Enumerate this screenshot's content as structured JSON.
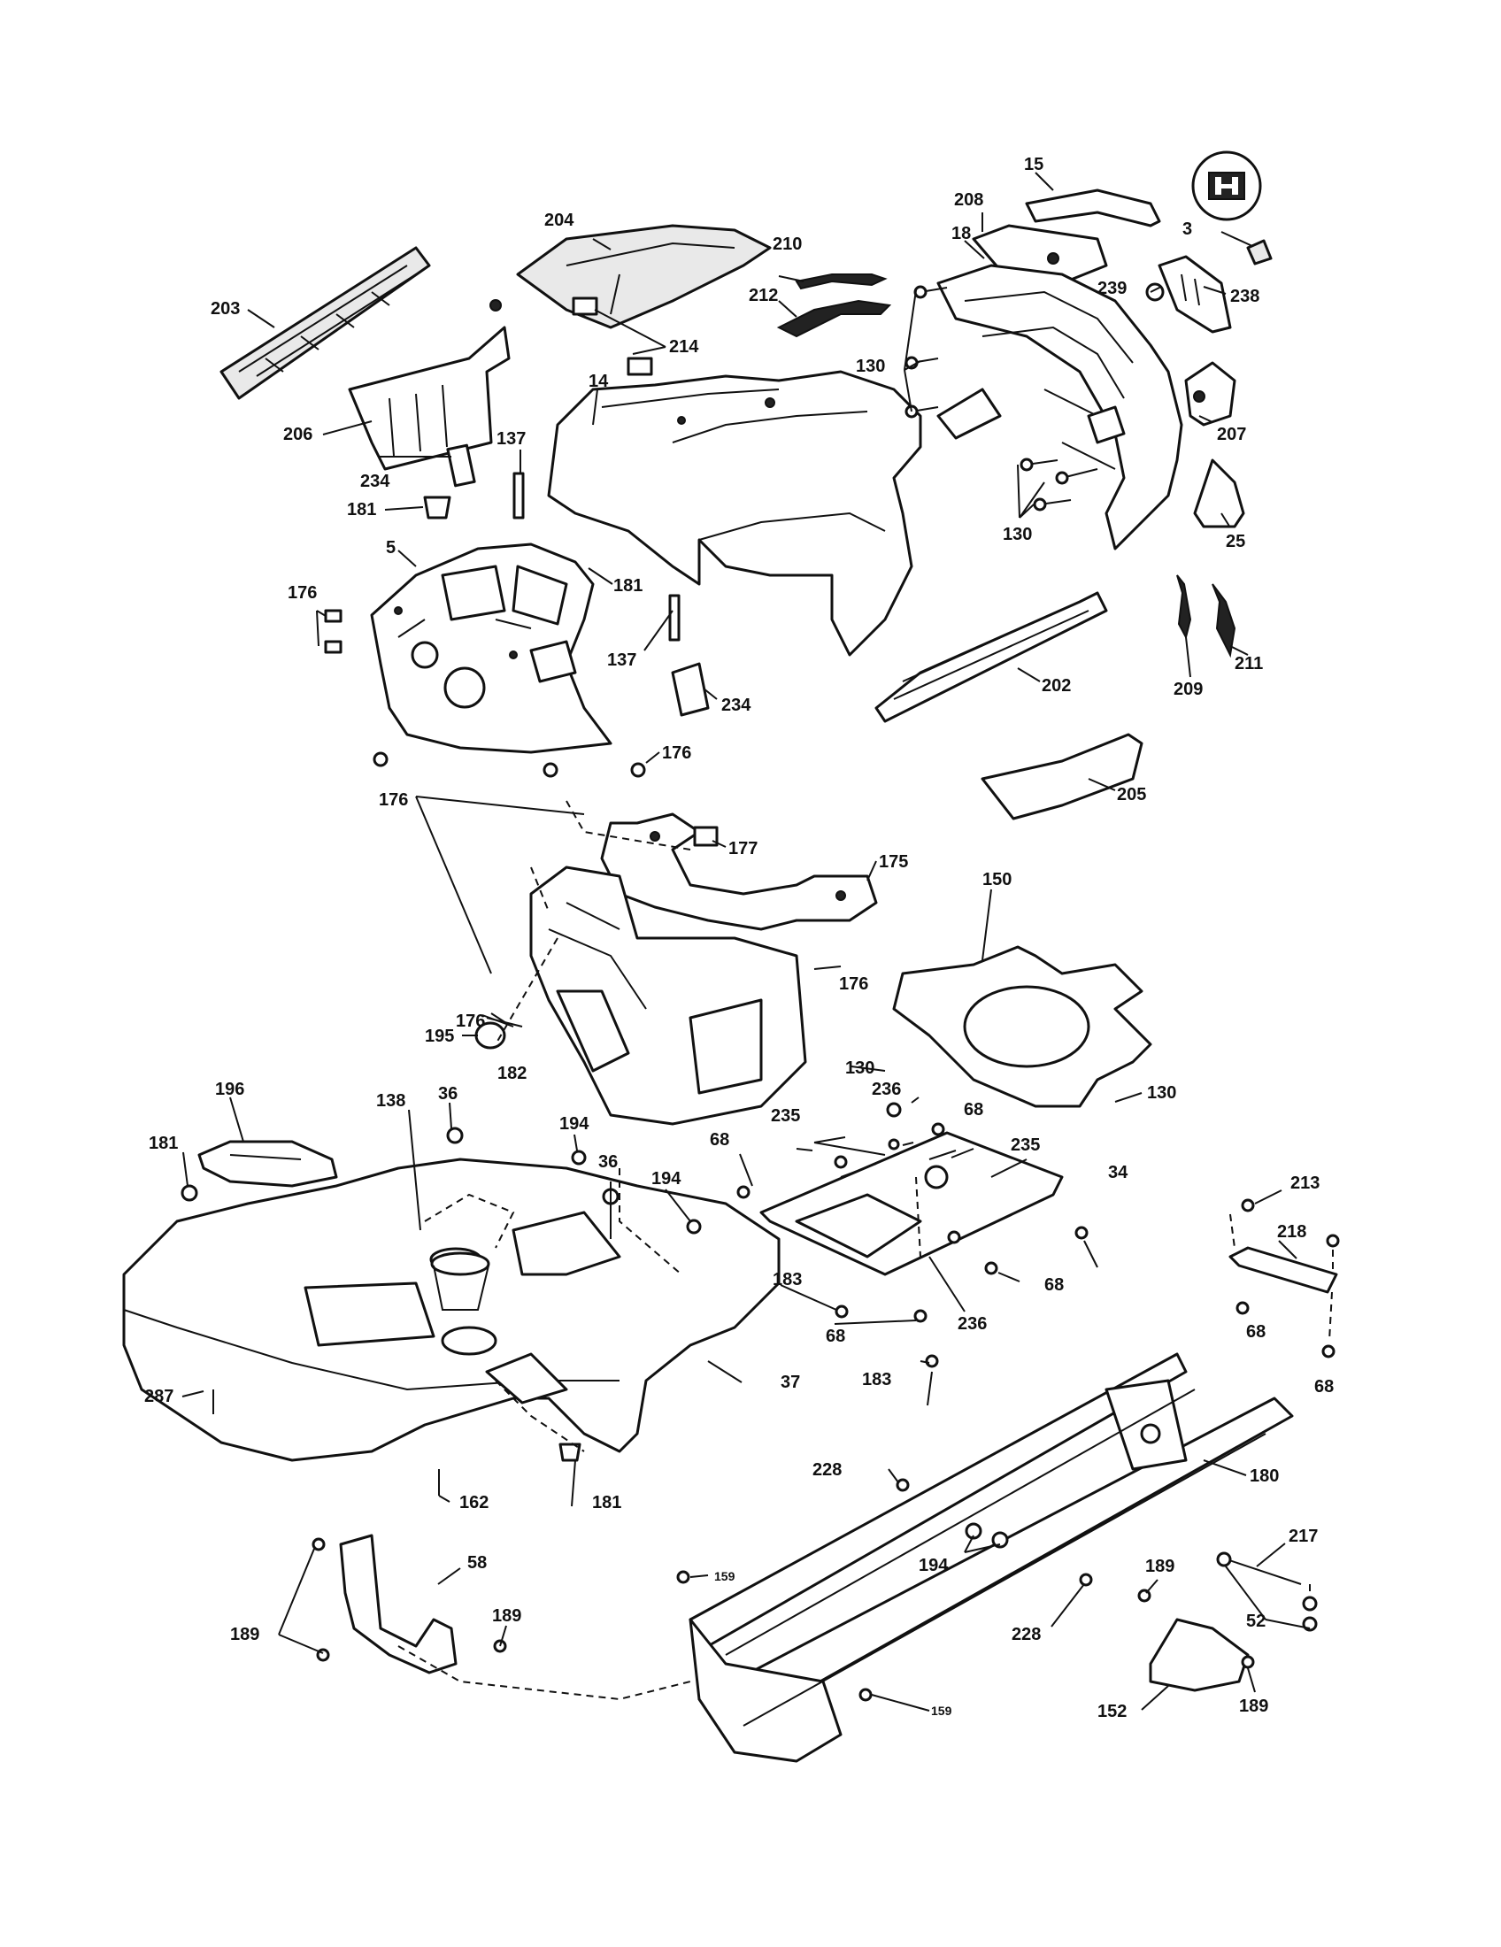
{
  "diagram": {
    "callouts": {
      "c15": "15",
      "c3": "3",
      "c208": "208",
      "c18": "18",
      "c238": "238",
      "c239": "239",
      "c204": "204",
      "c210": "210",
      "c212": "212",
      "c214": "214",
      "c203": "203",
      "c206": "206",
      "c14": "14",
      "c130a": "130",
      "c130b": "130",
      "c207": "207",
      "c25": "25",
      "c234a": "234",
      "c137a": "137",
      "c181a": "181",
      "c181b": "181",
      "c5": "5",
      "c176a": "176",
      "c137b": "137",
      "c234b": "234",
      "c202": "202",
      "c209": "209",
      "c211": "211",
      "c205": "205",
      "c176b": "176",
      "c176c": "176",
      "c177": "177",
      "c175": "175",
      "c150": "150",
      "c195": "195",
      "c176d": "176",
      "c176e": "176",
      "c182": "182",
      "c130c": "130",
      "c130d": "130",
      "c196": "196",
      "c36a": "36",
      "c138": "138",
      "c194a": "194",
      "c36b": "36",
      "c194b": "194",
      "c181c": "181",
      "c235a": "235",
      "c236a": "236",
      "c68a": "68",
      "c68b": "68",
      "c235b": "235",
      "c34": "34",
      "c213": "213",
      "c218": "218",
      "c68c": "68",
      "c183a": "183",
      "c68d": "68",
      "c236b": "236",
      "c68e": "68",
      "c183b": "183",
      "c68f": "68",
      "c287": "287",
      "c37": "37",
      "c162": "162",
      "c181d": "181",
      "c228a": "228",
      "c180": "180",
      "c194c": "194",
      "c217": "217",
      "c58": "58",
      "c189a": "189",
      "c189b": "189",
      "c159a": "159",
      "c228b": "228",
      "c189c": "189",
      "c52": "52",
      "c152": "152",
      "c189d": "189",
      "c159b": "159"
    }
  }
}
